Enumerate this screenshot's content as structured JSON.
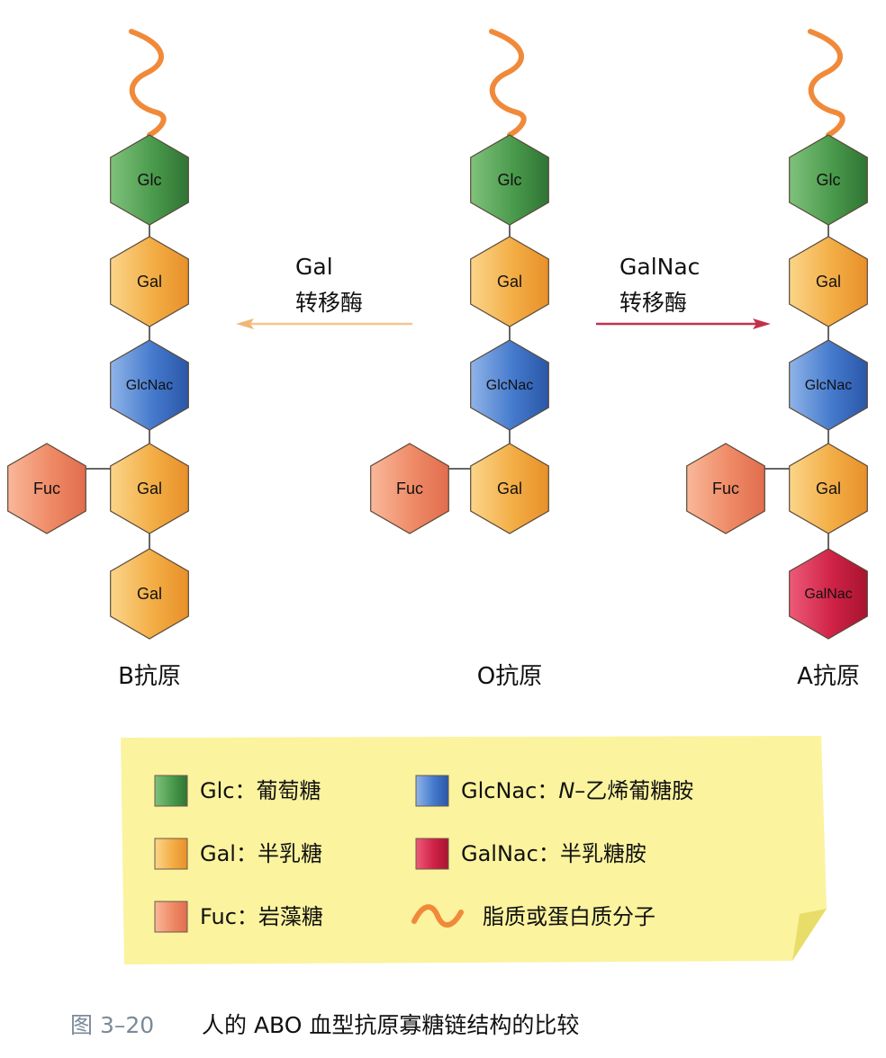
{
  "colors": {
    "glc": "#3f8f43",
    "gal": "#f0a63c",
    "glcnac": "#3a70c4",
    "fuc": "#ef8a64",
    "galnac": "#cc2045",
    "chain": "#f08a3a",
    "legend_bg": "#fbf39e",
    "arrow_left": "#f3c58f",
    "arrow_right": "#c4304c"
  },
  "columns": [
    {
      "label": "B抗原",
      "units": [
        {
          "name": "glc",
          "label": "Glc"
        },
        {
          "name": "gal",
          "label": "Gal"
        },
        {
          "name": "glcnac",
          "label": "GlcNac"
        },
        {
          "name": "gal",
          "label": "Gal"
        },
        {
          "name": "gal",
          "label": "Gal"
        }
      ],
      "branch": {
        "name": "fuc",
        "label": "Fuc"
      }
    },
    {
      "label": "O抗原",
      "units": [
        {
          "name": "glc",
          "label": "Glc"
        },
        {
          "name": "gal",
          "label": "Gal"
        },
        {
          "name": "glcnac",
          "label": "GlcNac"
        },
        {
          "name": "gal",
          "label": "Gal"
        }
      ],
      "branch": {
        "name": "fuc",
        "label": "Fuc"
      }
    },
    {
      "label": "A抗原",
      "units": [
        {
          "name": "glc",
          "label": "Glc"
        },
        {
          "name": "gal",
          "label": "Gal"
        },
        {
          "name": "glcnac",
          "label": "GlcNac"
        },
        {
          "name": "gal",
          "label": "Gal"
        },
        {
          "name": "galnac",
          "label": "GalNac"
        }
      ],
      "branch": {
        "name": "fuc",
        "label": "Fuc"
      }
    }
  ],
  "enzymes": {
    "left": {
      "line1": "Gal",
      "line2": "转移酶"
    },
    "right": {
      "line1": "GalNac",
      "line2": "转移酶"
    }
  },
  "legend": [
    {
      "name": "glc",
      "text": "Glc：葡萄糖"
    },
    {
      "name": "gal",
      "text": "Gal：半乳糖"
    },
    {
      "name": "fuc",
      "text": "Fuc：岩藻糖"
    },
    {
      "name": "glcnac",
      "text_prefix": "GlcNac：",
      "text_italic": "N",
      "text_suffix": "–乙烯葡糖胺"
    },
    {
      "name": "galnac",
      "text": "GalNac：半乳糖胺"
    },
    {
      "name": "chain",
      "text": "脂质或蛋白质分子"
    }
  ],
  "caption": {
    "number": "图 3–20",
    "text": "人的 ABO 血型抗原寡糖链结构的比较"
  }
}
